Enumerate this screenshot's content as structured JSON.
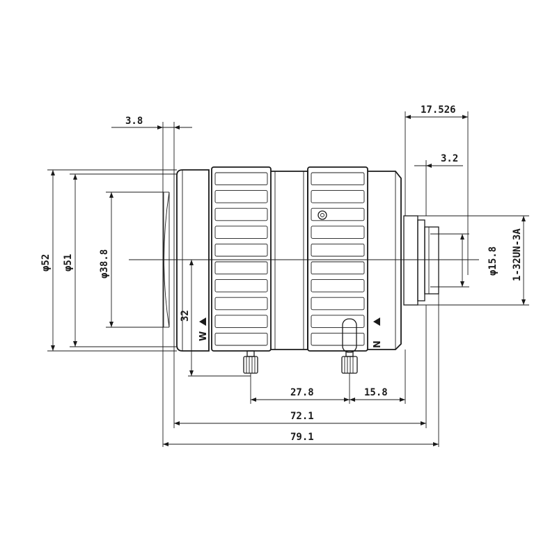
{
  "dimensions": {
    "top_3_8": "3.8",
    "top_17_526": "17.526",
    "top_3_2": "3.2",
    "dia_52": "φ52",
    "dia_51": "φ51",
    "dia_38_8": "φ38.8",
    "dia_15_8": "φ15.8",
    "thread": "1-32UN-3A",
    "h_32": "32",
    "b_27_8": "27.8",
    "b_15_8": "15.8",
    "b_72_1": "72.1",
    "b_79_1": "79.1"
  },
  "rings": {
    "w_label": "W",
    "n_label": "N"
  }
}
